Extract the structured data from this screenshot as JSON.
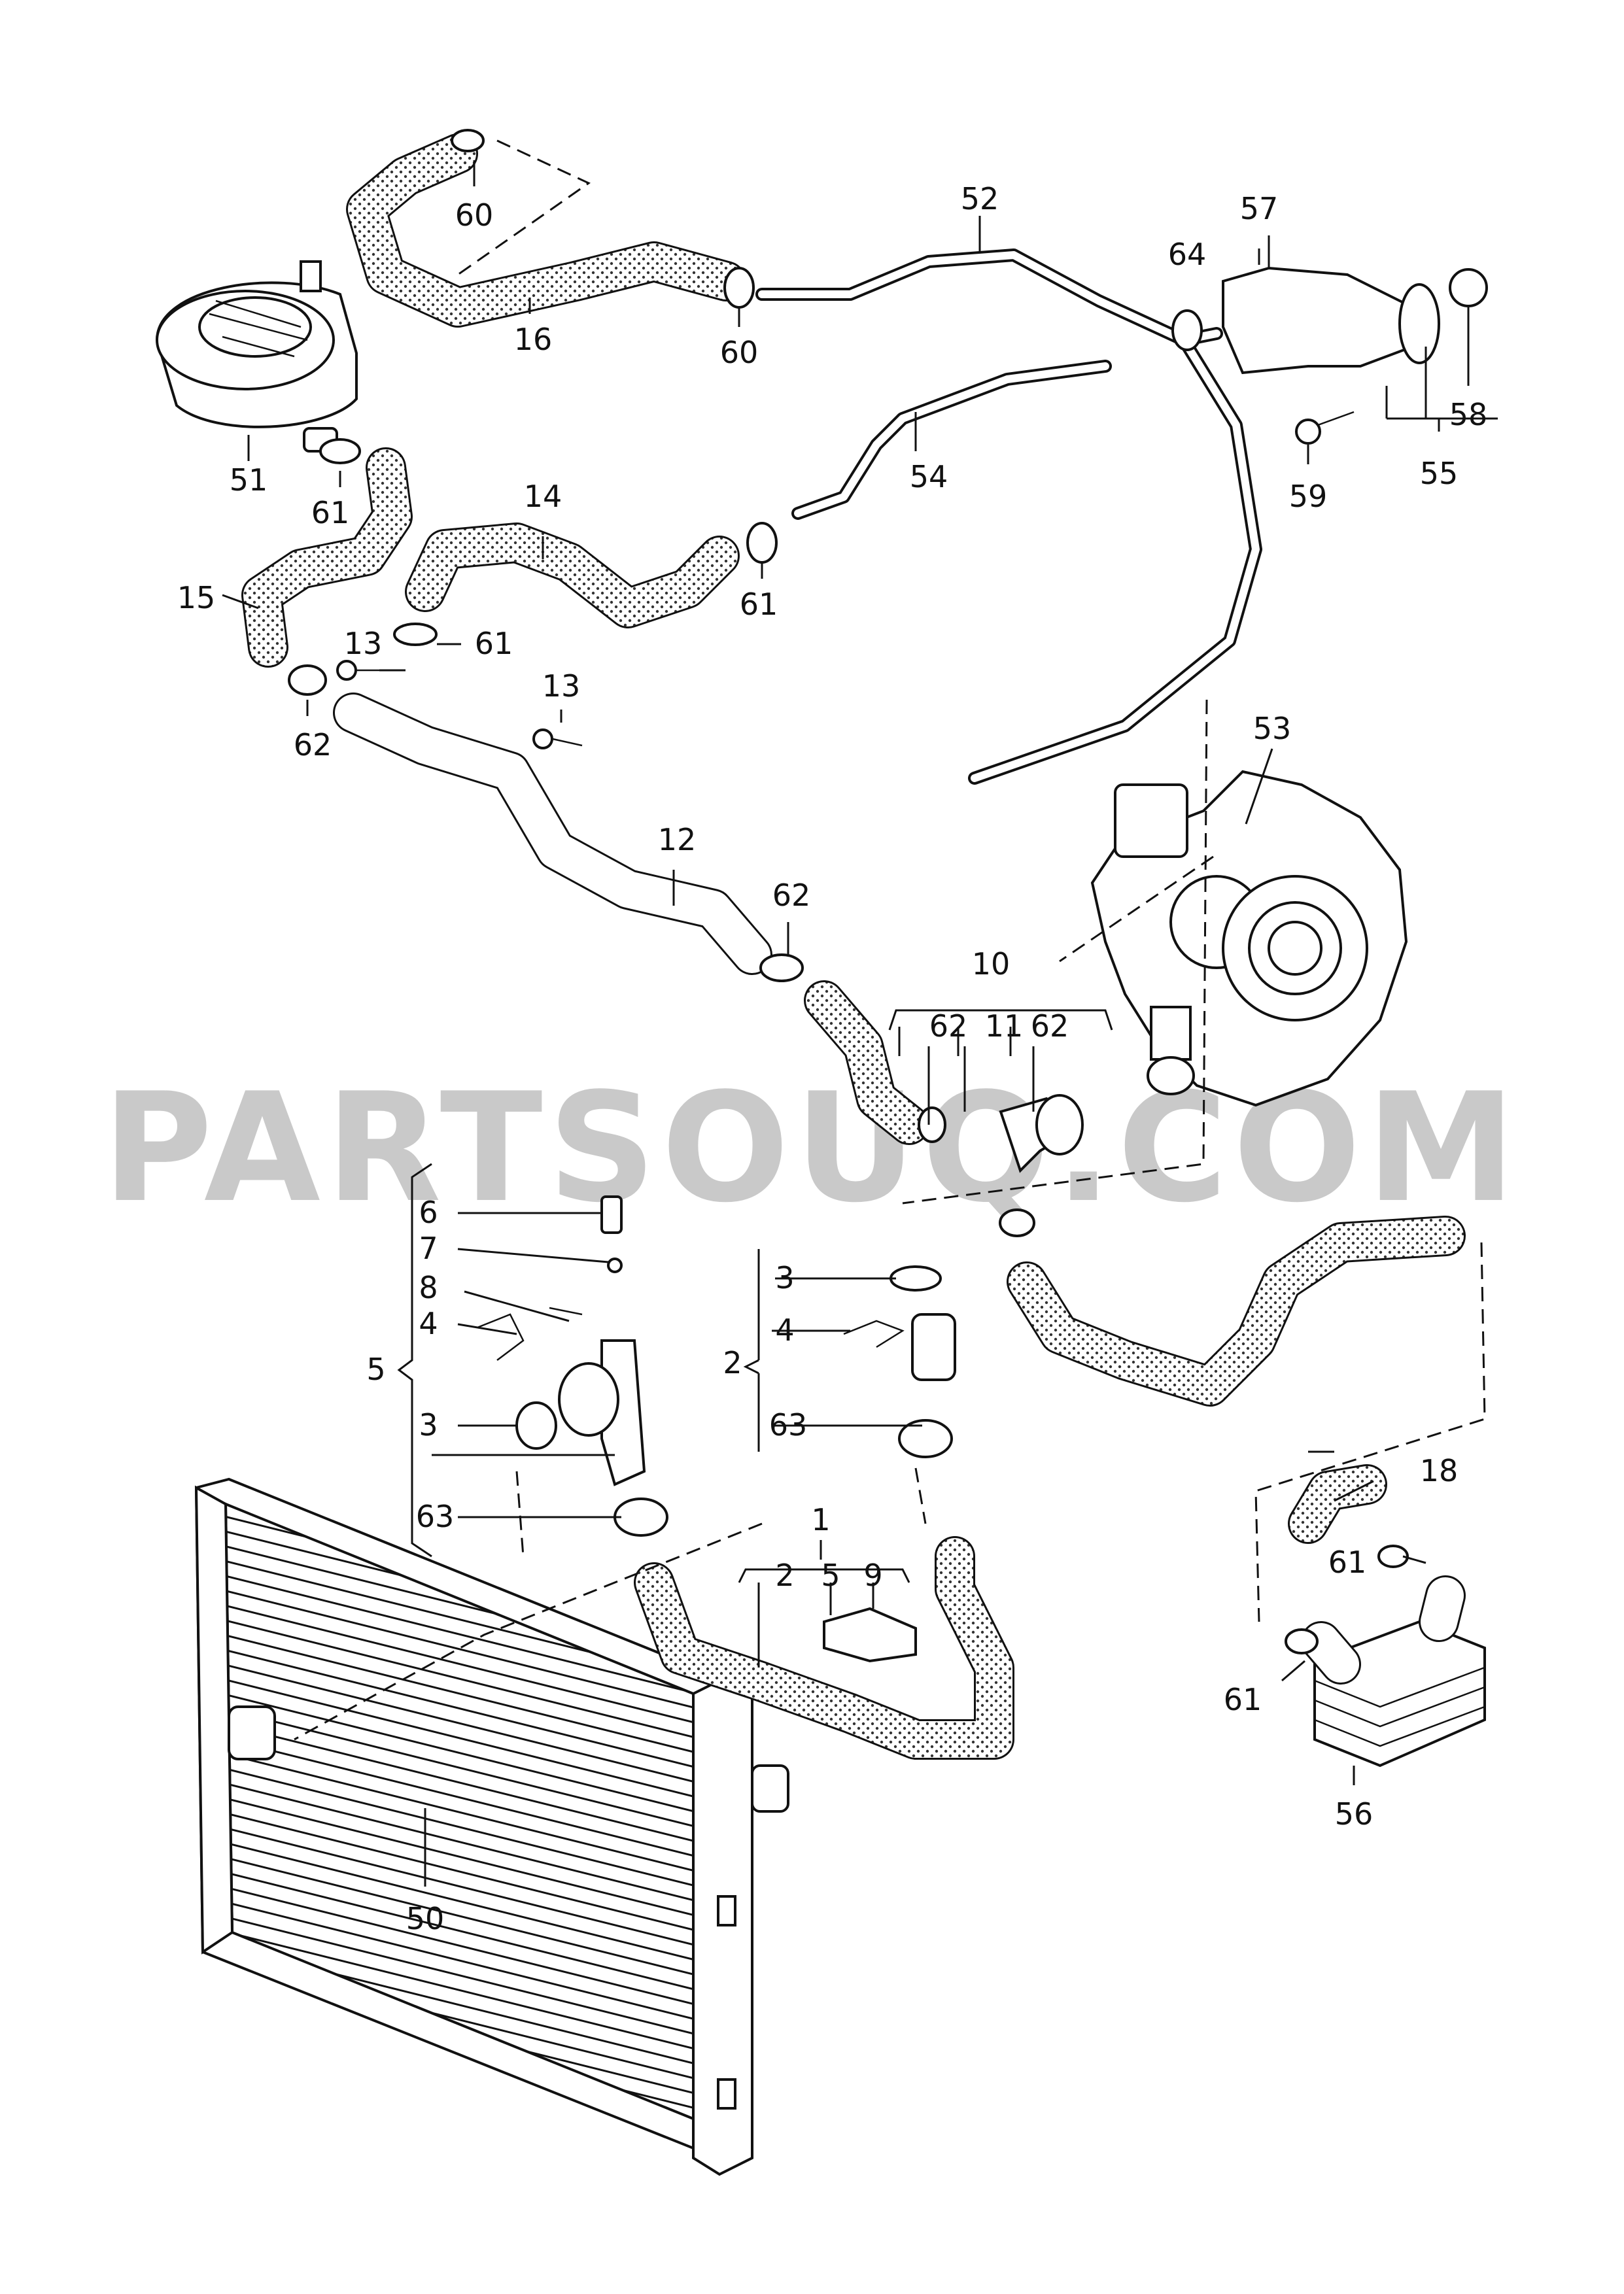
{
  "watermark": "PARTSOUQ.COM",
  "callouts": {
    "c1": "1",
    "c2": "2",
    "c3a": "3",
    "c3b": "3",
    "c4a": "4",
    "c4b": "4",
    "c5a": "5",
    "c5b": "5",
    "c6": "6",
    "c7": "7",
    "c8": "8",
    "c9": "9",
    "c10": "10",
    "c11": "11",
    "c12": "12",
    "c13a": "13",
    "c13b": "13",
    "c14": "14",
    "c15": "15",
    "c16": "16",
    "c18": "18",
    "c50": "50",
    "c51": "51",
    "c52": "52",
    "c53": "53",
    "c54": "54",
    "c55": "55",
    "c56": "56",
    "c57": "57",
    "c58": "58",
    "c59": "59",
    "c60a": "60",
    "c60b": "60",
    "c61a": "61",
    "c61b": "61",
    "c61c": "61",
    "c61d": "61",
    "c61e": "61",
    "c62a": "62",
    "c62b": "62",
    "c62c": "62",
    "c62d": "62",
    "c63a": "63",
    "c63b": "63",
    "c64": "64",
    "c2b": "2"
  }
}
